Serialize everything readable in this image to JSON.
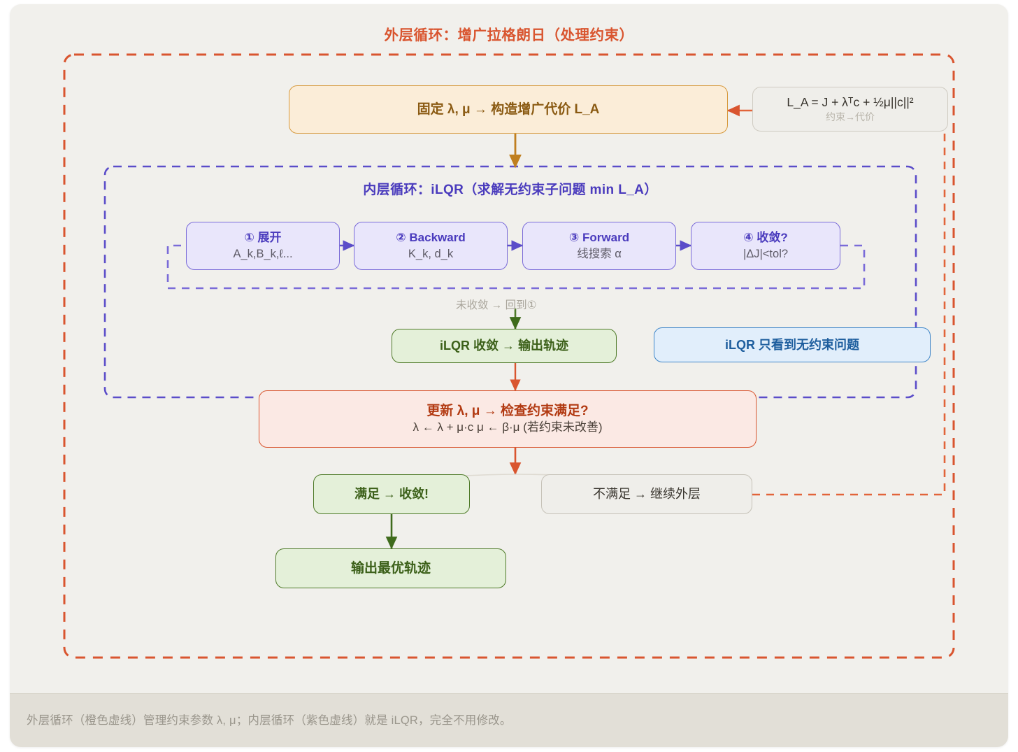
{
  "outer": {
    "title": "外层循环：增广拉格朗日（处理约束）",
    "accent_color": "#d9552f"
  },
  "inner": {
    "title": "内层循环：iLQR（求解无约束子问题 min L_A）",
    "accent_color": "#4a3bbd"
  },
  "nodes": {
    "build_cost": {
      "label": "固定 λ, μ → 构造增广代价 L_A",
      "color": "#d79a3e"
    },
    "formula": {
      "label": "L_A = J + λᵀc + ½μ||c||²",
      "note": "约束→代价",
      "color": "#cfcbc2"
    },
    "step1": {
      "title": "① 展开",
      "detail": "A_k,B_k,ℓ...",
      "color": "#7a6bd8"
    },
    "step2": {
      "title": "② Backward",
      "detail": "K_k, d_k",
      "color": "#7a6bd8"
    },
    "step3": {
      "title": "③ Forward",
      "detail": "线搜索 α",
      "color": "#7a6bd8"
    },
    "step4": {
      "title": "④ 收敛?",
      "detail": "|ΔJ|<tol?",
      "color": "#7a6bd8"
    },
    "ilqr_converged": {
      "label": "iLQR 收敛 → 输出轨迹",
      "color": "#4e7a28"
    },
    "ilqr_note": {
      "label": "iLQR 只看到无约束问题",
      "color": "#3f86c9"
    },
    "update_multipliers": {
      "title": "更新 λ, μ → 检查约束满足?",
      "detail": "λ ← λ + μ·c      μ ← β·μ (若约束未改善)",
      "color": "#d9552f"
    },
    "satisfied": {
      "label": "满足 → 收敛!",
      "color": "#4e7a28"
    },
    "not_satisfied": {
      "label": "不满足 → 继续外层",
      "color": "#c6c2b8"
    },
    "final_output": {
      "label": "输出最优轨迹",
      "color": "#4e7a28"
    }
  },
  "edges": {
    "not_converged": "未收敛 → 回到①"
  },
  "footer": {
    "caption": "外层循环（橙色虚线）管理约束参数 λ, μ；内层循环（紫色虚线）就是 iLQR，完全不用修改。"
  }
}
